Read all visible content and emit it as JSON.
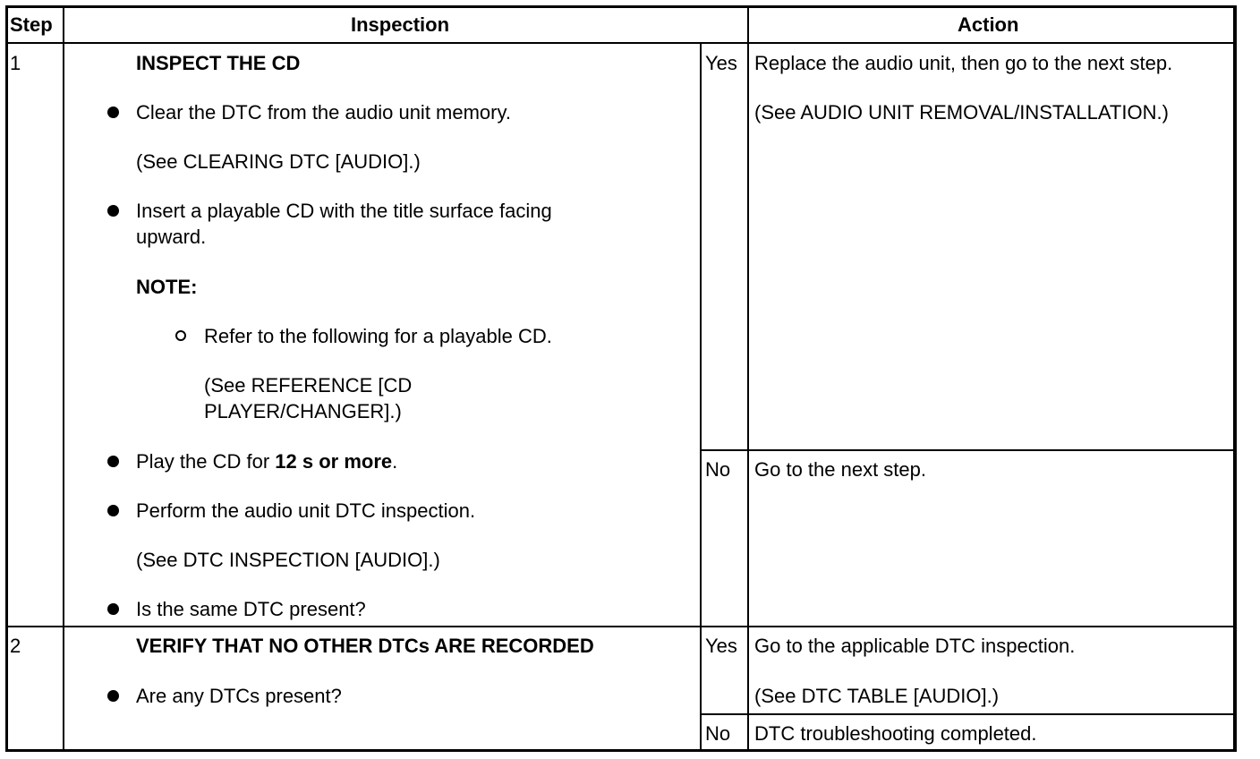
{
  "header": {
    "step": "Step",
    "inspection": "Inspection",
    "action": "Action"
  },
  "step1": {
    "number": "1",
    "title": "INSPECT THE CD",
    "b1": "Clear the DTC from the audio unit memory.",
    "b1_ref": "(See CLEARING DTC [AUDIO].)",
    "b2_line1": "Insert a playable CD with the title surface facing",
    "b2_line2": "upward.",
    "note": "NOTE:",
    "sub1": "Refer to the following for a playable CD.",
    "sub1_ref_line1": "(See REFERENCE [CD",
    "sub1_ref_line2": "PLAYER/CHANGER].)",
    "b3_pre": "Play the CD for ",
    "b3_bold": "12 s or more",
    "b3_post": ".",
    "b4": "Perform the audio unit DTC inspection.",
    "b4_ref": "(See DTC INSPECTION [AUDIO].)",
    "b5": "Is the same DTC present?",
    "yes": "Yes",
    "yes_action": "Replace the audio unit, then go to the next step.",
    "yes_action_ref": "(See AUDIO UNIT REMOVAL/INSTALLATION.)",
    "no": "No",
    "no_action": "Go to the next step."
  },
  "step2": {
    "number": "2",
    "title": "VERIFY THAT NO OTHER DTCs ARE RECORDED",
    "b1": "Are any DTCs present?",
    "yes": "Yes",
    "yes_action": "Go to the applicable DTC inspection.",
    "yes_action_ref": "(See DTC TABLE [AUDIO].)",
    "no": "No",
    "no_action": "DTC troubleshooting completed."
  }
}
